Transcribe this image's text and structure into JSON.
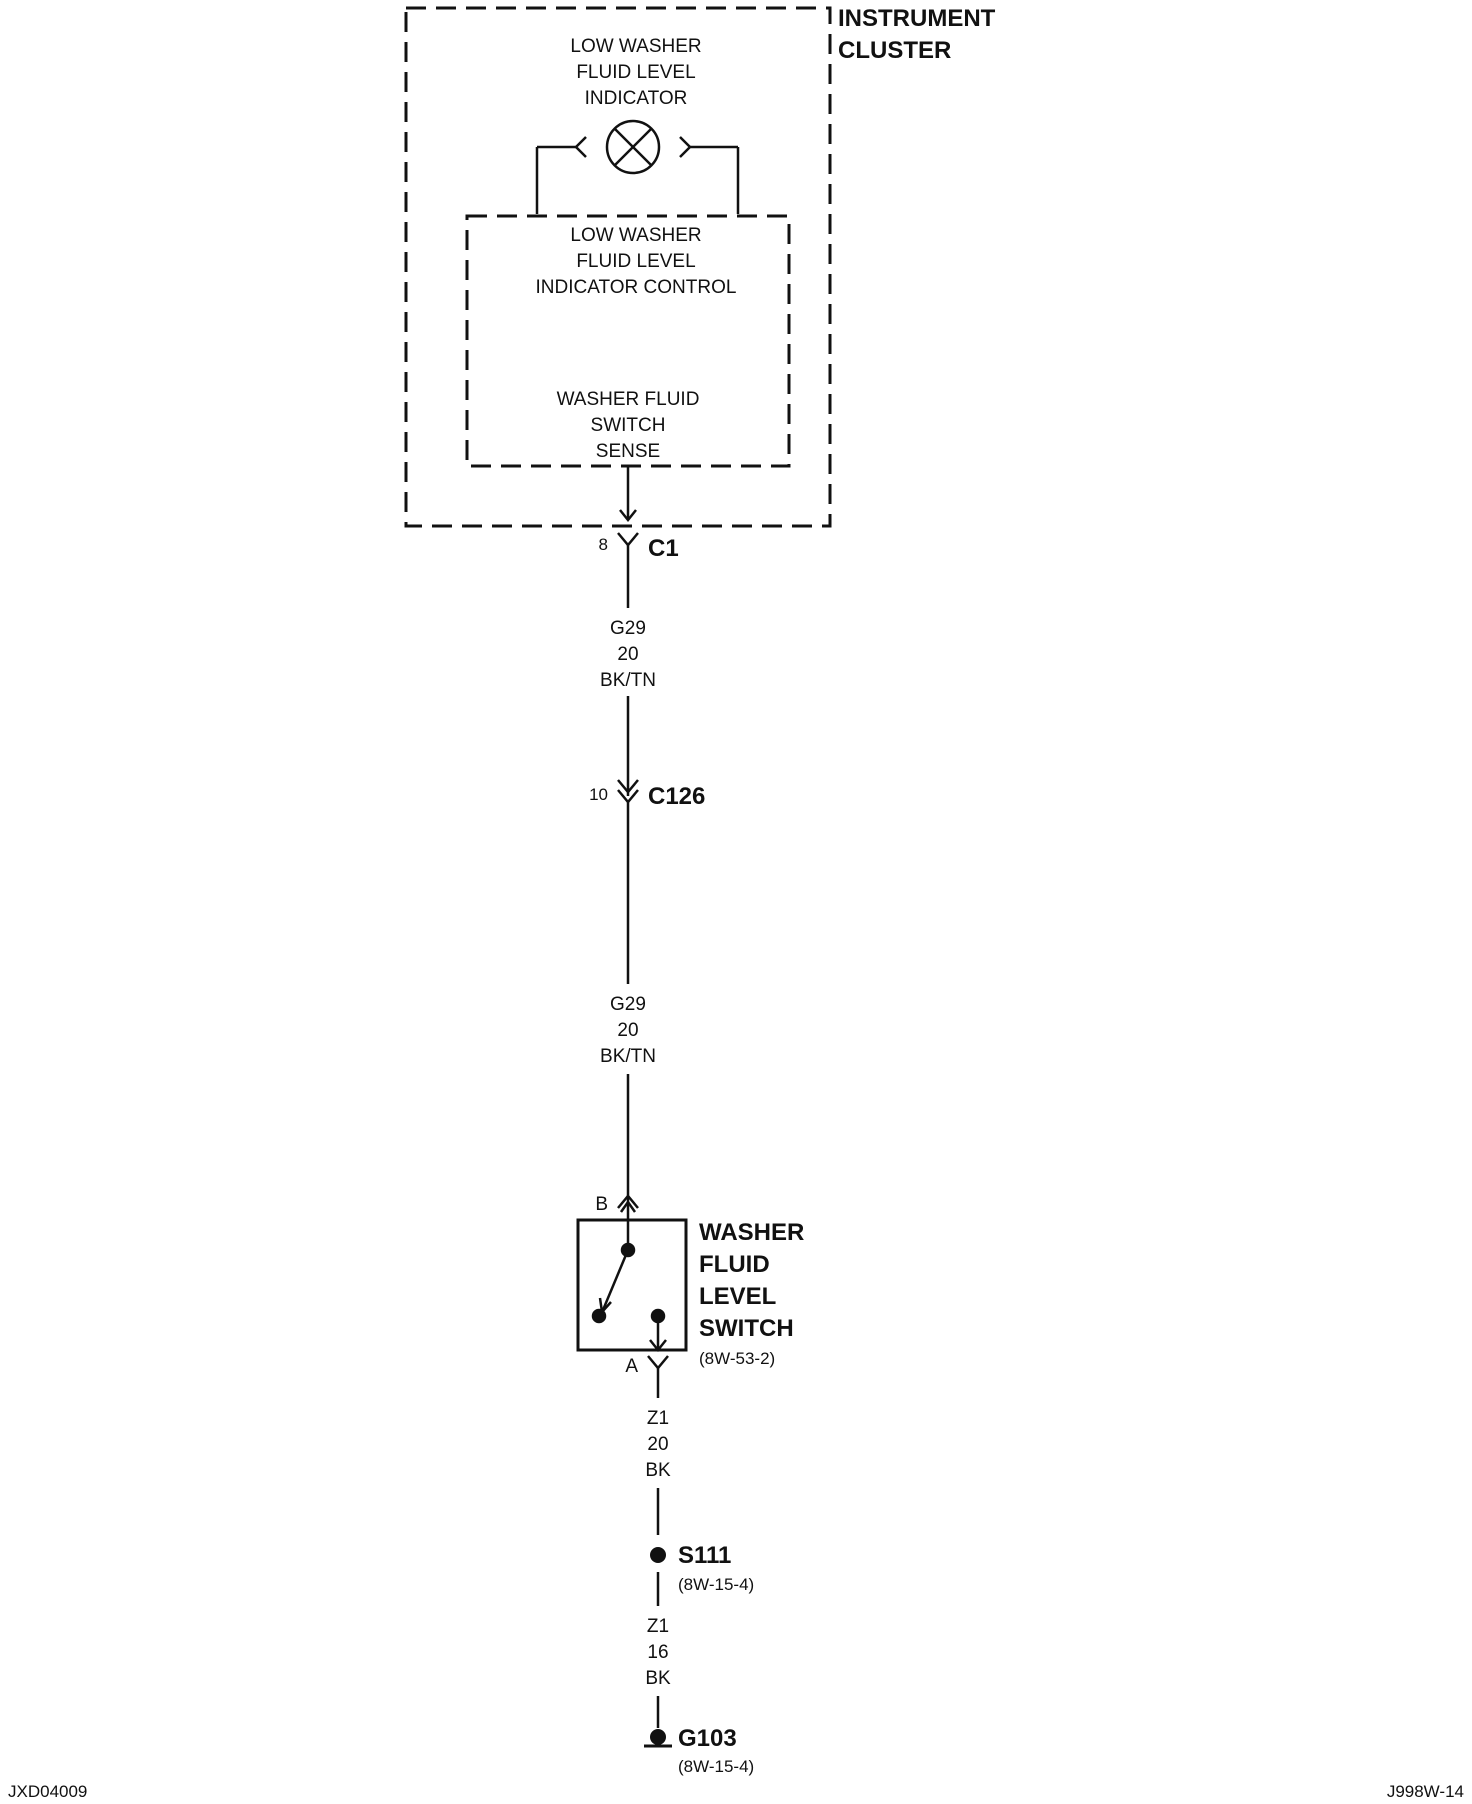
{
  "instrument_cluster": {
    "title_line1": "INSTRUMENT",
    "title_line2": "CLUSTER"
  },
  "indicator": {
    "line1": "LOW WASHER",
    "line2": "FLUID LEVEL",
    "line3": "INDICATOR"
  },
  "indicator_control": {
    "line1": "LOW WASHER",
    "line2": "FLUID LEVEL",
    "line3": "INDICATOR CONTROL",
    "sense1": "WASHER FLUID",
    "sense2": "SWITCH",
    "sense3": "SENSE"
  },
  "connectors": {
    "c1": {
      "pin": "8",
      "name": "C1"
    },
    "c126": {
      "pin": "10",
      "name": "C126"
    }
  },
  "wires": {
    "upper": {
      "circuit": "G29",
      "gauge": "20",
      "color": "BK/TN"
    },
    "middle": {
      "circuit": "G29",
      "gauge": "20",
      "color": "BK/TN"
    },
    "lower": {
      "circuit": "Z1",
      "gauge": "20",
      "color": "BK"
    },
    "ground": {
      "circuit": "Z1",
      "gauge": "16",
      "color": "BK"
    }
  },
  "switch": {
    "pin_b": "B",
    "pin_a": "A",
    "line1": "WASHER",
    "line2": "FLUID",
    "line3": "LEVEL",
    "line4": "SWITCH",
    "ref": "(8W-53-2)"
  },
  "splice": {
    "name": "S111",
    "ref": "(8W-15-4)"
  },
  "ground": {
    "name": "G103",
    "ref": "(8W-15-4)"
  },
  "footer": {
    "left_code": "JXD04009",
    "right_code": "J998W-14"
  }
}
